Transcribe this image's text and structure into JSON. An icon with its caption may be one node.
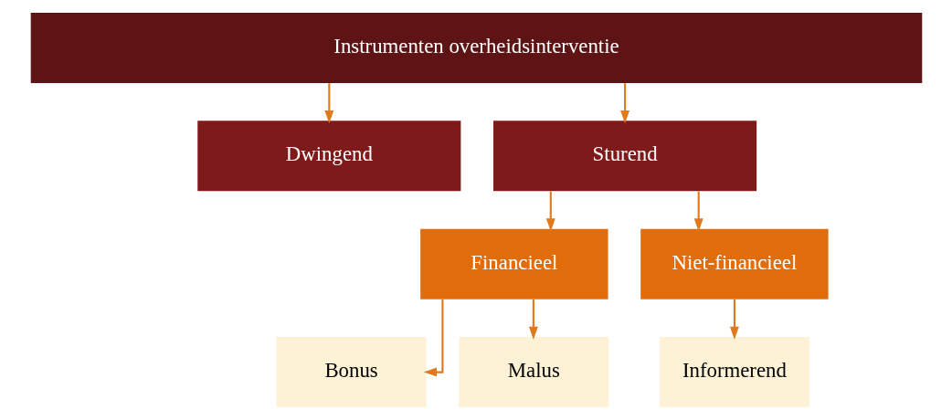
{
  "diagram": {
    "nodes": [
      {
        "text": [
          "Instrumenten overheidsinterventie"
        ]
      },
      {
        "text": [
          "Dwingend"
        ]
      },
      {
        "text": [
          "Sturend"
        ]
      },
      {
        "text": [
          "Financieel"
        ]
      },
      {
        "text": [
          "Niet-financieel"
        ]
      },
      {
        "text": [
          "Bonus"
        ]
      },
      {
        "text": [
          "Malus"
        ]
      },
      {
        "text": [
          "Informerend"
        ]
      }
    ],
    "edges": [
      {
        "from": 0,
        "to": 1,
        "arrow": "to"
      },
      {
        "from": 0,
        "to": 2,
        "arrow": "to"
      },
      {
        "from": 2,
        "to": 3,
        "arrow": "to"
      },
      {
        "from": 2,
        "to": 4,
        "arrow": "to"
      },
      {
        "from": 3,
        "to": 5,
        "arrow": "to"
      },
      {
        "from": 3,
        "to": 6,
        "arrow": "to"
      },
      {
        "from": 4,
        "to": 7,
        "arrow": "to"
      }
    ]
  }
}
